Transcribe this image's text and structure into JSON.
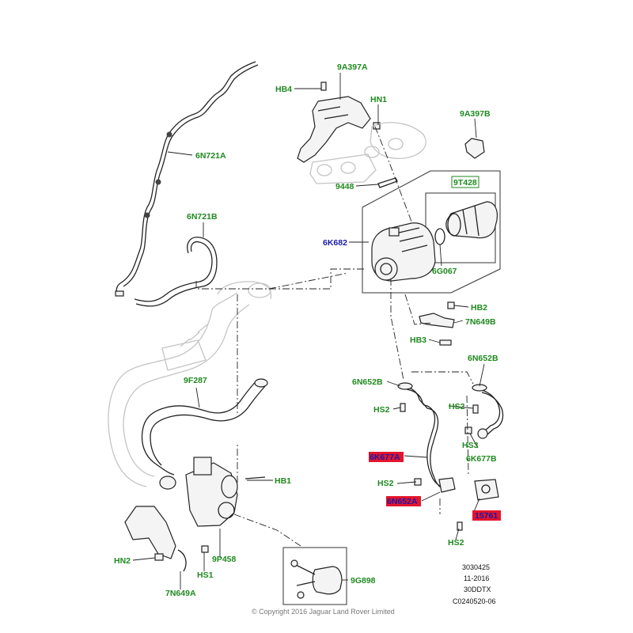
{
  "labels": {
    "9A397A": "9A397A",
    "HB4": "HB4",
    "HN1": "HN1",
    "9A397B": "9A397B",
    "6N721A": "6N721A",
    "9448": "9448",
    "9T428": "9T428",
    "6N721B": "6N721B",
    "6K682": "6K682",
    "6G067": "6G067",
    "HB2": "HB2",
    "7N649B": "7N649B",
    "HB3": "HB3",
    "6N652B_right": "6N652B",
    "6N652B_left": "6N652B",
    "9F287": "9F287",
    "HS2_a": "HS2",
    "HS2_b": "HS2",
    "6K677A": "6K677A",
    "HS3": "HS3",
    "6K677B": "6K677B",
    "HB1": "HB1",
    "HS2_c": "HS2",
    "6N652A": "6N652A",
    "15761": "15761",
    "HN2": "HN2",
    "9P458": "9P458",
    "HS2_d": "HS2",
    "HS1": "HS1",
    "9G898": "9G898",
    "7N649A": "7N649A"
  },
  "reference": {
    "line1": "3030425",
    "line2": "11-2016",
    "line3": "30DDTX",
    "line4": "C0240520-06"
  },
  "copyright": "© Copyright 2016 Jaguar Land Rover Limited",
  "colors": {
    "label_green": "#1f8a1f",
    "label_blue": "#1a1aa8",
    "highlight_red": "#e3142c"
  }
}
